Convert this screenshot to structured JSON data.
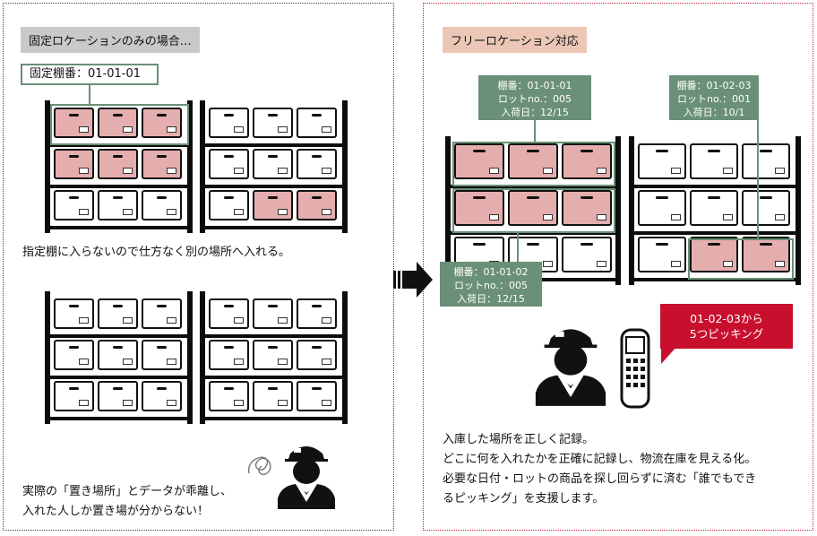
{
  "left": {
    "header": "固定ロケーションのみの場合…",
    "fixed_tag": "固定棚番：01-01-01",
    "middle_text": "指定棚に入らないので仕方なく別の場所へ入れる。",
    "bottom_text_1": "実際の「置き場所」とデータが乖離し、",
    "bottom_text_2": "入れた人しか置き場が分からない！",
    "squiggle_icon": "confusion-scribble"
  },
  "right": {
    "header": "フリーロケーション対応",
    "tag_a": {
      "line1": "棚番：01-01-01",
      "line2": "ロットno.：005",
      "line3": "入荷日：12/15"
    },
    "tag_b": {
      "line1": "棚番：01-02-03",
      "line2": "ロットno.：001",
      "line3": "入荷日：10/1"
    },
    "tag_c": {
      "line1": "棚番：01-01-02",
      "line2": "ロットno.：005",
      "line3": "入荷日：12/15"
    },
    "callout_1": "01-02-03から",
    "callout_2": "5つピッキング",
    "text_1": "入庫した場所を正しく記録。",
    "text_2": "どこに何を入れたかを正確に記録し、物流在庫を見える化。",
    "text_3": "必要な日付・ロットの商品を探し回らずに済む「誰でもでき",
    "text_4": "るピッキング」を支援します。",
    "scanner_icon": "handheld-scanner-icon"
  },
  "colors": {
    "accent_green": "#6a9077",
    "highlight_box": "#e5aeae",
    "accent_red": "#c8102e"
  },
  "icons": [
    "worker-icon",
    "handheld-scanner-icon",
    "arrow-right-icon",
    "cardboard-box-icon"
  ]
}
